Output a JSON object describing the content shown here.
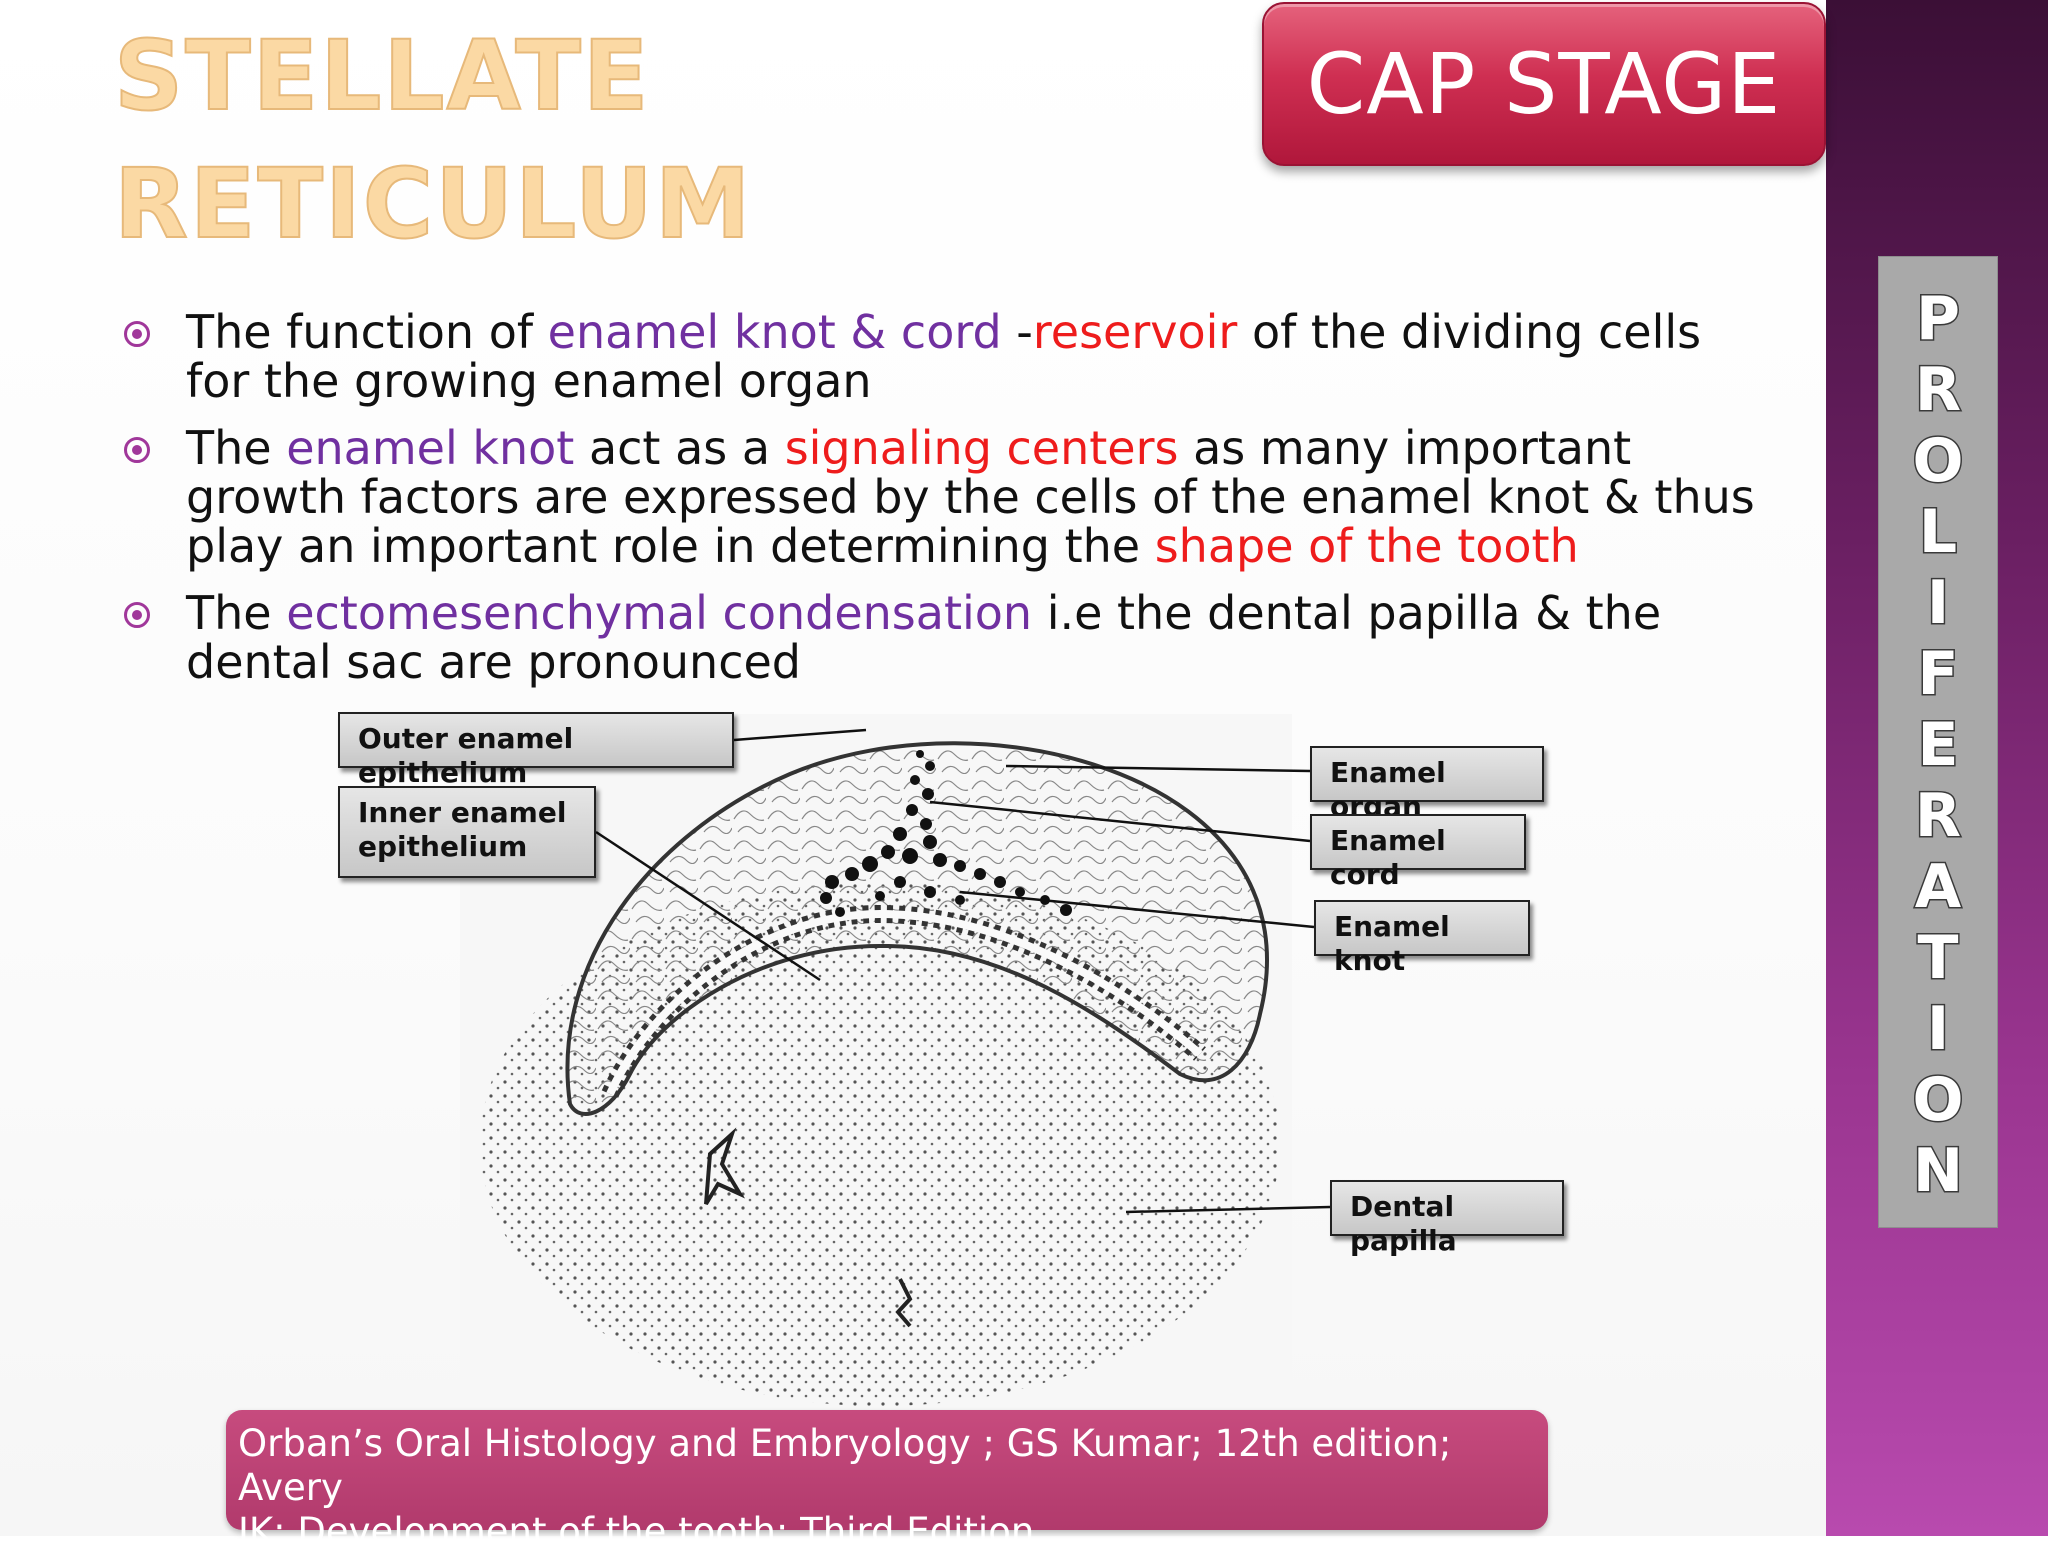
{
  "title": {
    "line1": "STELLATE",
    "line2": "RETICULUM"
  },
  "badge": {
    "label": "CAP STAGE"
  },
  "side_label": {
    "letters": [
      "P",
      "R",
      "O",
      "L",
      "I",
      "F",
      "E",
      "R",
      "A",
      "T",
      "I",
      "O",
      "N"
    ]
  },
  "bullets": [
    {
      "segments": [
        {
          "text": "The function of ",
          "color": "default"
        },
        {
          "text": "enamel knot & cord",
          "color": "purple"
        },
        {
          "text": " -",
          "color": "default"
        },
        {
          "text": "reservoir",
          "color": "red"
        },
        {
          "text": " of the dividing cells for the growing enamel organ",
          "color": "default"
        }
      ]
    },
    {
      "segments": [
        {
          "text": "The ",
          "color": "default"
        },
        {
          "text": "enamel knot",
          "color": "purple"
        },
        {
          "text": " act as a ",
          "color": "default"
        },
        {
          "text": "signaling centers",
          "color": "red"
        },
        {
          "text": " as many important growth factors are expressed by the cells of the enamel knot & thus play an important role in determining the ",
          "color": "default"
        },
        {
          "text": "shape of the tooth",
          "color": "red"
        }
      ]
    },
    {
      "segments": [
        {
          "text": "The ",
          "color": "default"
        },
        {
          "text": "ectomesenchymal condensation",
          "color": "purple"
        },
        {
          "text": " i.e the dental papilla & the dental sac are pronounced",
          "color": "default"
        }
      ]
    }
  ],
  "figure_labels": {
    "outer_enamel_epithelium": "Outer enamel epithelium",
    "inner_enamel_epithelium_line1": "Inner enamel",
    "inner_enamel_epithelium_line2": "epithelium",
    "enamel_organ": "Enamel organ",
    "enamel_cord": "Enamel cord",
    "enamel_knot": "Enamel knot",
    "dental_papilla": "Dental papilla"
  },
  "reference": {
    "line1": "Orban’s Oral Histology and Embryology ; GS Kumar; 12th edition; Avery",
    "line2": "JK: Development of the tooth; Third Edition."
  },
  "colors": {
    "purple_text": "#7030a0",
    "red_text": "#ee1c1c",
    "badge": "#cf2f52",
    "title": "#fbd9a4",
    "side_band": "#6a1f62",
    "reference_box": "#b13a6c"
  }
}
